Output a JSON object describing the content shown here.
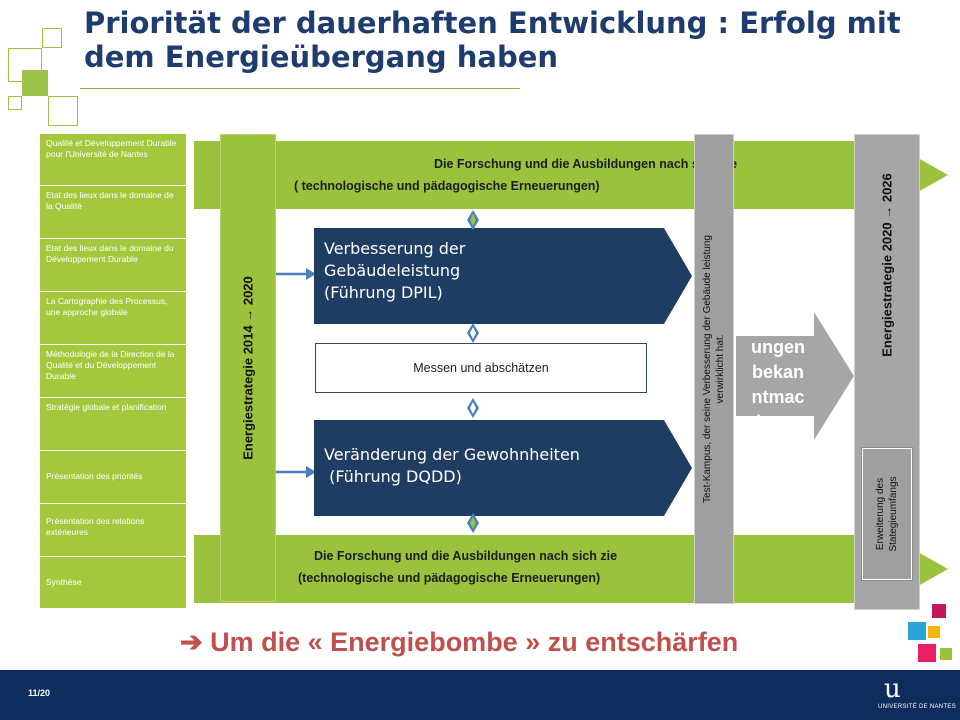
{
  "title": "Priorität der dauerhaften Entwicklung : Erfolg mit dem Energieübergang haben",
  "sidebar": {
    "items": [
      {
        "label": "Qualité et Développement Durable pour l'Université de Nantes"
      },
      {
        "label": "Etat des lieux dans le domaine de la Qualité"
      },
      {
        "label": "Etat des lieux dans le domaine du Développement Durable"
      },
      {
        "label": "La Cartographie des Processus, une approche globale"
      },
      {
        "label": "Méthodologie de la Direction de la Qualité et du Développement Durable"
      },
      {
        "label": "Stratégie globale et planification"
      },
      {
        "label": "Présentation des priorités"
      },
      {
        "label": "Présentation des relations extérieures"
      },
      {
        "label": "Synthèse"
      }
    ]
  },
  "diagram": {
    "top_band": {
      "line1": "Die Forschung und die Ausbildungen nach sich zie",
      "line2": "( technologische und pädagogische Erneuerungen)"
    },
    "bottom_band": {
      "line1": "Die Forschung und die Ausbildungen nach sich zie",
      "line2": "(technologische und pädagogische Erneuerungen)"
    },
    "strategy_2014": "Energiestrategie  2014 → 2020",
    "strategy_2026": "Energiestrategie 2020 → 2026",
    "box_building": {
      "line1": "Verbesserung der",
      "line2": "Gebäudeleistung",
      "line3": "(Führung DPIL)"
    },
    "box_measure": "Messen und abschätzen",
    "box_habits": {
      "line1": "Veränderung der Gewohnheiten",
      "line2": " (Führung DQDD)"
    },
    "test_campus": {
      "line1": "Test-Kampus, der seine Verbesserung der Gebäude leistung",
      "line2": "verwirklicht hat."
    },
    "experience": "Erfahr\nungen\nbekan\nntmac\nhung",
    "expansion": {
      "line1": "Erweiterung des",
      "line2": "Stategieumfangs"
    }
  },
  "conclusion": "➔ Um die « Energiebombe » zu entschärfen",
  "footer": {
    "page": "11/20",
    "logo_mark": "u",
    "logo_text": "UNIVERSITÉ DE NANTES"
  },
  "colors": {
    "green": "#9ac23c",
    "navy": "#1f3c63",
    "title": "#1f3c6e",
    "accent_red": "#c0504d",
    "footer": "#0e2d5c"
  }
}
